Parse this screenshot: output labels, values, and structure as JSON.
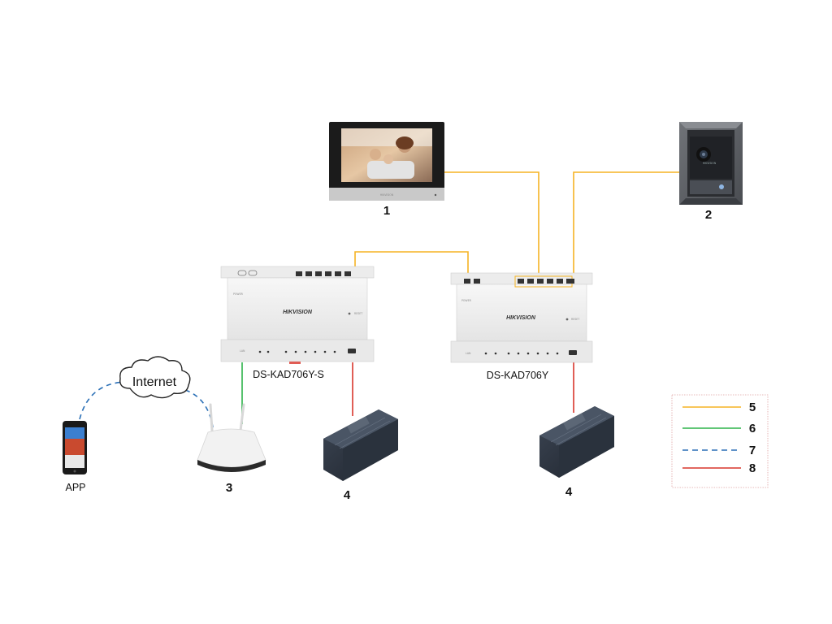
{
  "devices": {
    "monitor": {
      "number": "1",
      "brand": "HIKVISION"
    },
    "door_station": {
      "number": "2",
      "brand": "HIKVISION"
    },
    "router": {
      "number": "3"
    },
    "psu_left": {
      "number": "4"
    },
    "psu_right": {
      "number": "4"
    },
    "distributor_left": {
      "model": "DS-KAD706Y-S",
      "brand": "HIKVISION",
      "power_label": "POWER",
      "reset_label": "RESET",
      "lan_label": "LAN"
    },
    "distributor_right": {
      "model": "DS-KAD706Y",
      "brand": "HIKVISION",
      "power_label": "POWER",
      "reset_label": "RESET",
      "lan_label": "LAN"
    },
    "phone": {
      "label": "APP"
    },
    "cloud": {
      "label": "Internet"
    }
  },
  "legend": [
    {
      "number": "5",
      "color": "#f5b324",
      "style": "solid"
    },
    {
      "number": "6",
      "color": "#2db34a",
      "style": "solid"
    },
    {
      "number": "7",
      "color": "#2a6fb6",
      "style": "dashed"
    },
    {
      "number": "8",
      "color": "#d9352b",
      "style": "solid"
    }
  ],
  "colors": {
    "two_wire": "#f5b324",
    "network": "#2db34a",
    "wireless": "#2a6fb6",
    "power": "#d9352b",
    "legend_border": "#e0a3a3"
  }
}
